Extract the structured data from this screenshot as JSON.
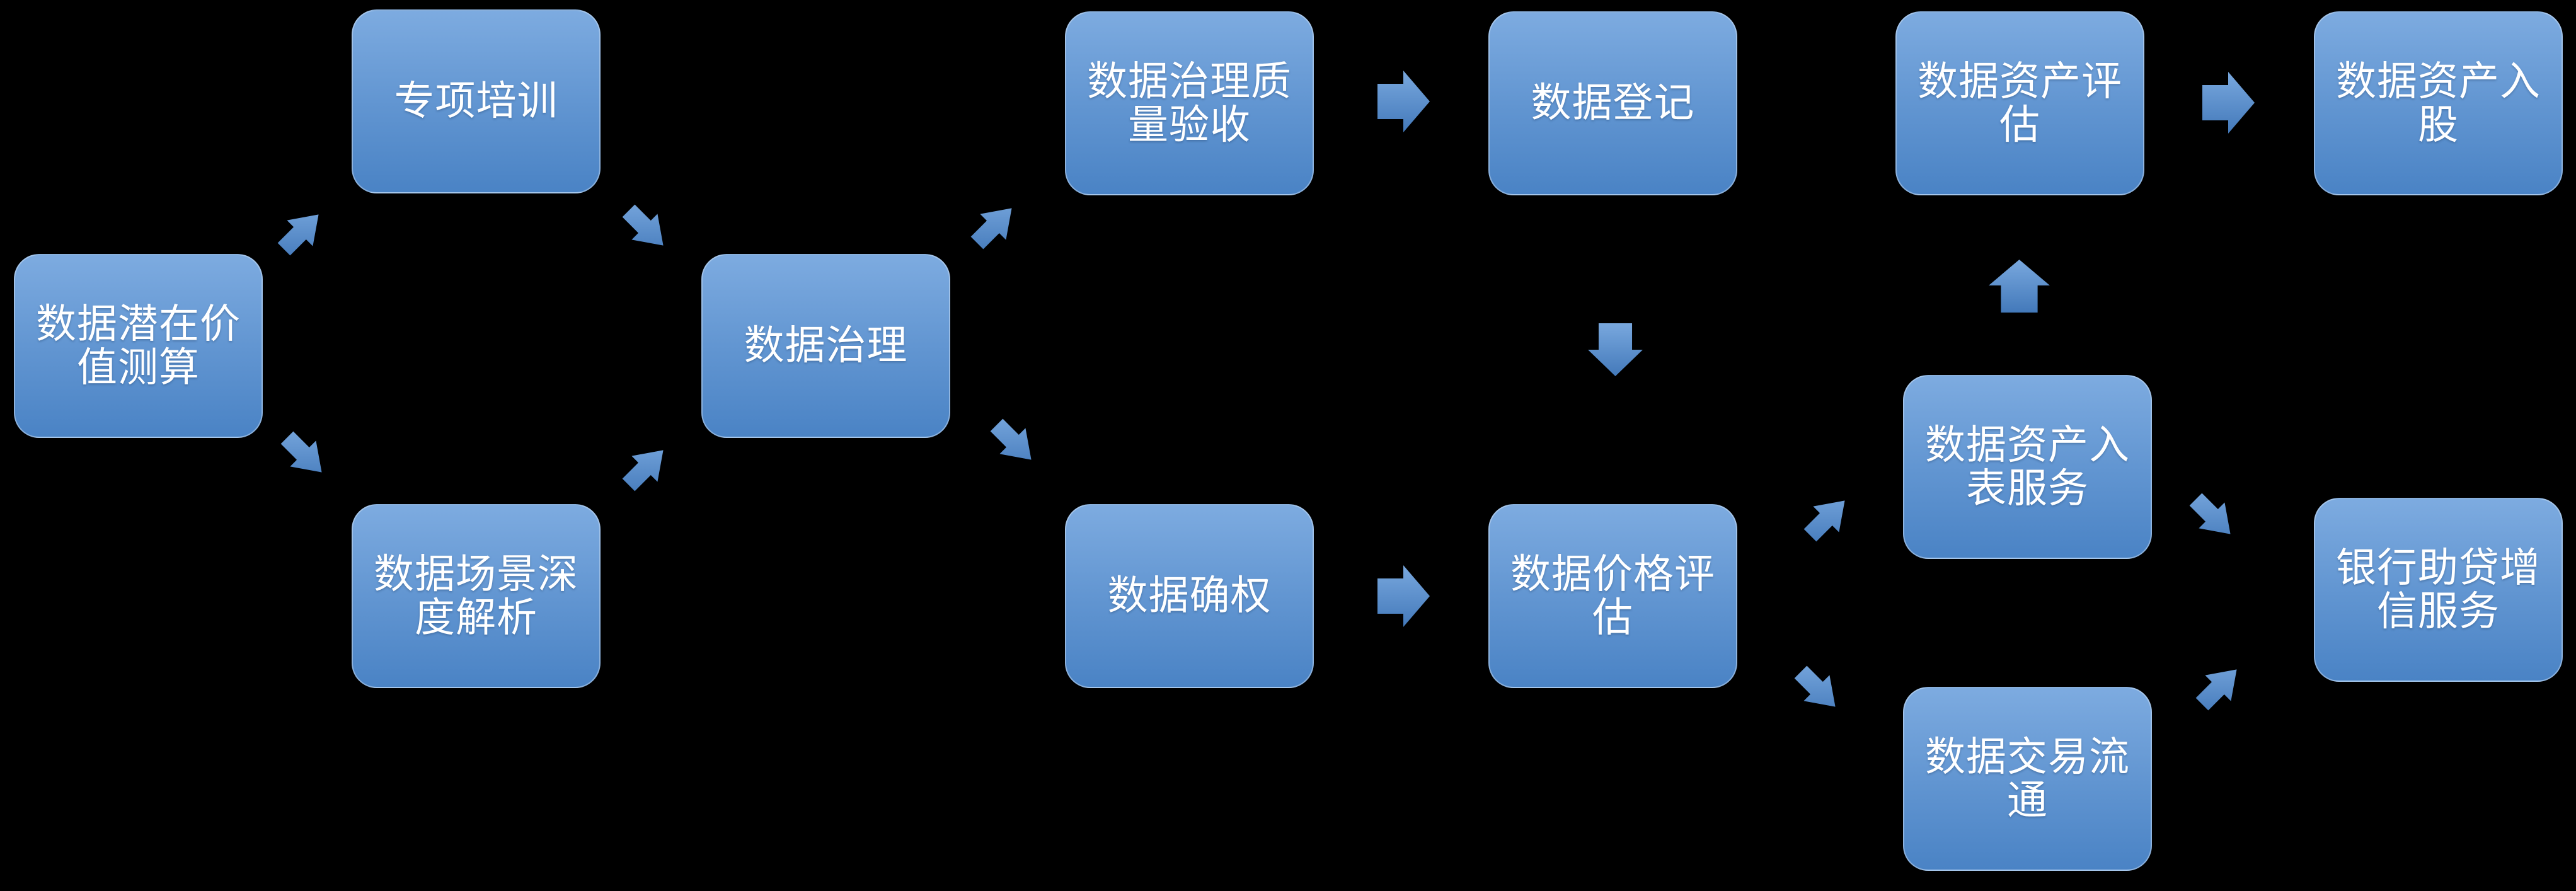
{
  "background_color": "#000000",
  "style": {
    "node_fill_top": "#7dabe0",
    "node_fill_middle": "#6195d1",
    "node_fill_bottom": "#4a83c5",
    "node_border_color": "#d7e6f8",
    "node_text_color": "#ffffff",
    "arrow_fill_top": "#79a8de",
    "arrow_fill_bottom": "#4379ba"
  },
  "nodes": [
    {
      "id": "potential-value",
      "label": "数据潜在价值测算",
      "lines": [
        "数据潜在价",
        "值测算"
      ]
    },
    {
      "id": "special-training",
      "label": "专项培训",
      "lines": [
        "专项培训"
      ]
    },
    {
      "id": "scenario-analysis",
      "label": "数据场景深度解析",
      "lines": [
        "数据场景深",
        "度解析"
      ]
    },
    {
      "id": "data-governance",
      "label": "数据治理",
      "lines": [
        "数据治理"
      ]
    },
    {
      "id": "governance-quality-acceptance",
      "label": "数据治理质量验收",
      "lines": [
        "数据治理质",
        "量验收"
      ]
    },
    {
      "id": "data-registration",
      "label": "数据登记",
      "lines": [
        "数据登记"
      ]
    },
    {
      "id": "rights-confirmation",
      "label": "数据确权",
      "lines": [
        "数据确权"
      ]
    },
    {
      "id": "price-evaluation",
      "label": "数据价格评估",
      "lines": [
        "数据价格评",
        "估"
      ]
    },
    {
      "id": "asset-evaluation",
      "label": "数据资产评估",
      "lines": [
        "数据资产评",
        "估"
      ]
    },
    {
      "id": "asset-equity-investment",
      "label": "数据资产入股",
      "lines": [
        "数据资产入",
        "股"
      ]
    },
    {
      "id": "asset-listing-service",
      "label": "数据资产入表服务",
      "lines": [
        "数据资产入",
        "表服务"
      ]
    },
    {
      "id": "trading-circulation",
      "label": "数据交易流通",
      "lines": [
        "数据交易流",
        "通"
      ]
    },
    {
      "id": "bank-credit-enhancement",
      "label": "银行助贷增信服务",
      "lines": [
        "银行助贷增",
        "信服务"
      ]
    }
  ],
  "edges": [
    {
      "from": "数据潜在价值测算",
      "to": "专项培训",
      "direction": "up-right"
    },
    {
      "from": "数据潜在价值测算",
      "to": "数据场景深度解析",
      "direction": "down-right"
    },
    {
      "from": "专项培训",
      "to": "数据治理",
      "direction": "down-right"
    },
    {
      "from": "数据场景深度解析",
      "to": "数据治理",
      "direction": "up-right"
    },
    {
      "from": "数据治理",
      "to": "数据治理质量验收",
      "direction": "up-right"
    },
    {
      "from": "数据治理",
      "to": "数据确权",
      "direction": "down-right"
    },
    {
      "from": "数据治理质量验收",
      "to": "数据登记",
      "direction": "right"
    },
    {
      "from": "数据登记",
      "to": "数据价格评估",
      "direction": "down"
    },
    {
      "from": "数据确权",
      "to": "数据价格评估",
      "direction": "right"
    },
    {
      "from": "数据价格评估",
      "to": "数据资产入表服务",
      "direction": "up-right"
    },
    {
      "from": "数据价格评估",
      "to": "数据交易流通",
      "direction": "down-right"
    },
    {
      "from": "数据资产入表服务",
      "to": "数据资产评估",
      "direction": "up"
    },
    {
      "from": "数据资产评估",
      "to": "数据资产入股",
      "direction": "right"
    },
    {
      "from": "数据资产入表服务",
      "to": "银行助贷增信服务",
      "direction": "down-right"
    },
    {
      "from": "数据交易流通",
      "to": "银行助贷增信服务",
      "direction": "up-right"
    }
  ]
}
